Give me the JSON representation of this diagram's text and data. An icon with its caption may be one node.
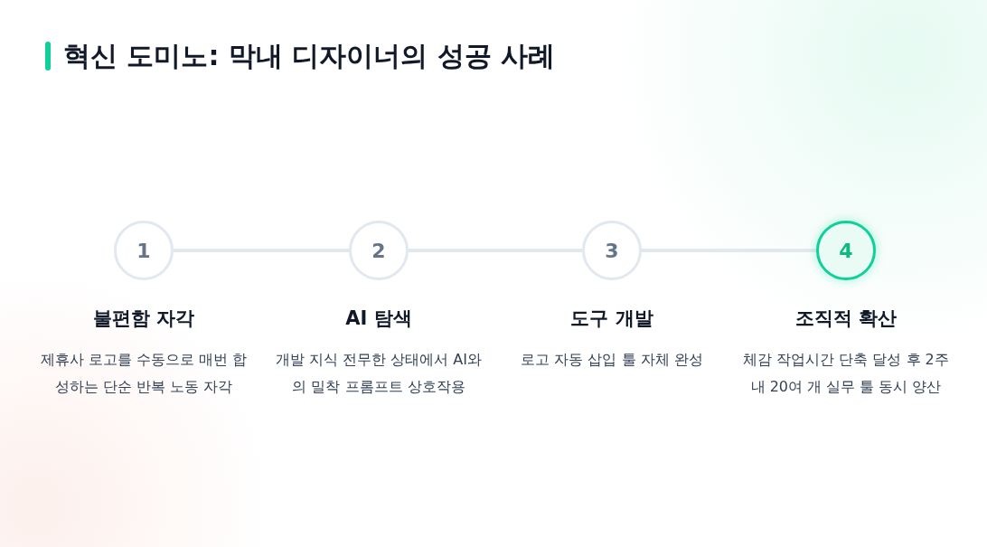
{
  "diagram": {
    "title": "혁신 도미노: 막내 디자이너의 성공 사례",
    "nodes": [
      {
        "text": [
          "1"
        ],
        "beside": [
          "불편함 자각",
          "제휴사 로고를 수동으로 매번 합성하는 단순 반복 노동 자각"
        ]
      },
      {
        "text": [
          "2"
        ],
        "beside": [
          "AI 탐색",
          "개발 지식 전무한 상태에서 AI와의 밀착 프롬프트 상호작용"
        ]
      },
      {
        "text": [
          "3"
        ],
        "beside": [
          "도구 개발",
          "로고 자동 삽입 툴 자체 완성"
        ]
      },
      {
        "text": [
          "4"
        ],
        "beside": [
          "조직적 확산",
          "체감 작업시간 단축 달성 후 2주 내 20여 개 실무 툴 동시 양산"
        ]
      }
    ],
    "edges": [
      {
        "from": 0,
        "to": 1,
        "arrow": "none"
      },
      {
        "from": 1,
        "to": 2,
        "arrow": "none"
      },
      {
        "from": 2,
        "to": 3,
        "arrow": "none"
      }
    ]
  }
}
